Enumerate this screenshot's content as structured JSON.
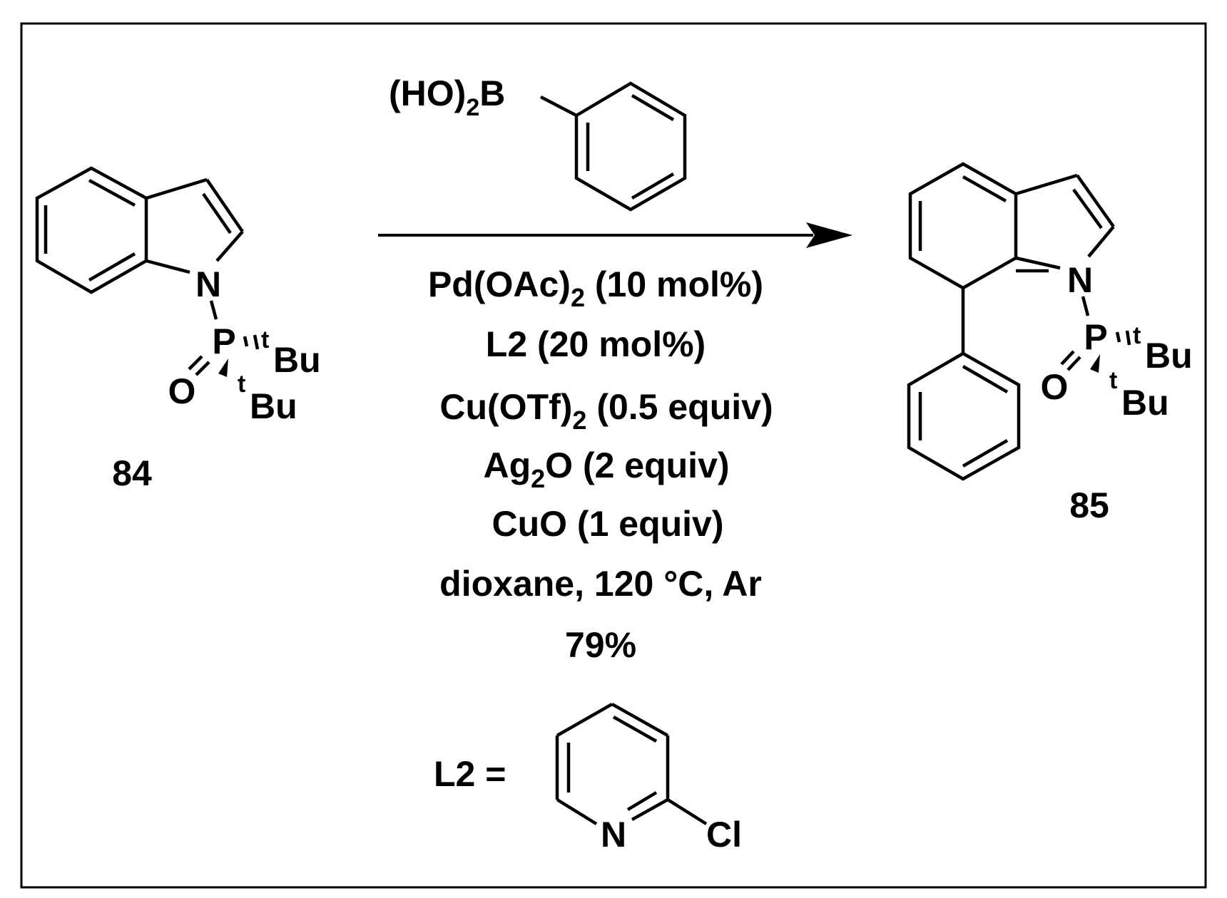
{
  "reagent": {
    "boron_label": "(HO)",
    "boron_sub": "2",
    "boron_atom": "B"
  },
  "start": {
    "id": "84",
    "n": "N",
    "p": "P",
    "o": "O",
    "tbu_sup": "t",
    "tbu": "Bu"
  },
  "product": {
    "id": "85",
    "n": "N",
    "p": "P",
    "o": "O",
    "tbu_sup": "t",
    "tbu": "Bu"
  },
  "conditions": {
    "line1_a": "Pd(OAc)",
    "line1_sub": "2",
    "line1_b": " (10 mol%)",
    "line2": "L2 (20 mol%)",
    "line3_a": "Cu(OTf)",
    "line3_sub": "2",
    "line3_b": " (0.5 equiv)",
    "line4_a": "Ag",
    "line4_sub": "2",
    "line4_b": "O (2 equiv)",
    "line5": "CuO (1 equiv)",
    "line6": "dioxane, 120 °C, Ar",
    "yield": "79%"
  },
  "ligand": {
    "label": "L2 =",
    "n": "N",
    "cl": "Cl"
  }
}
